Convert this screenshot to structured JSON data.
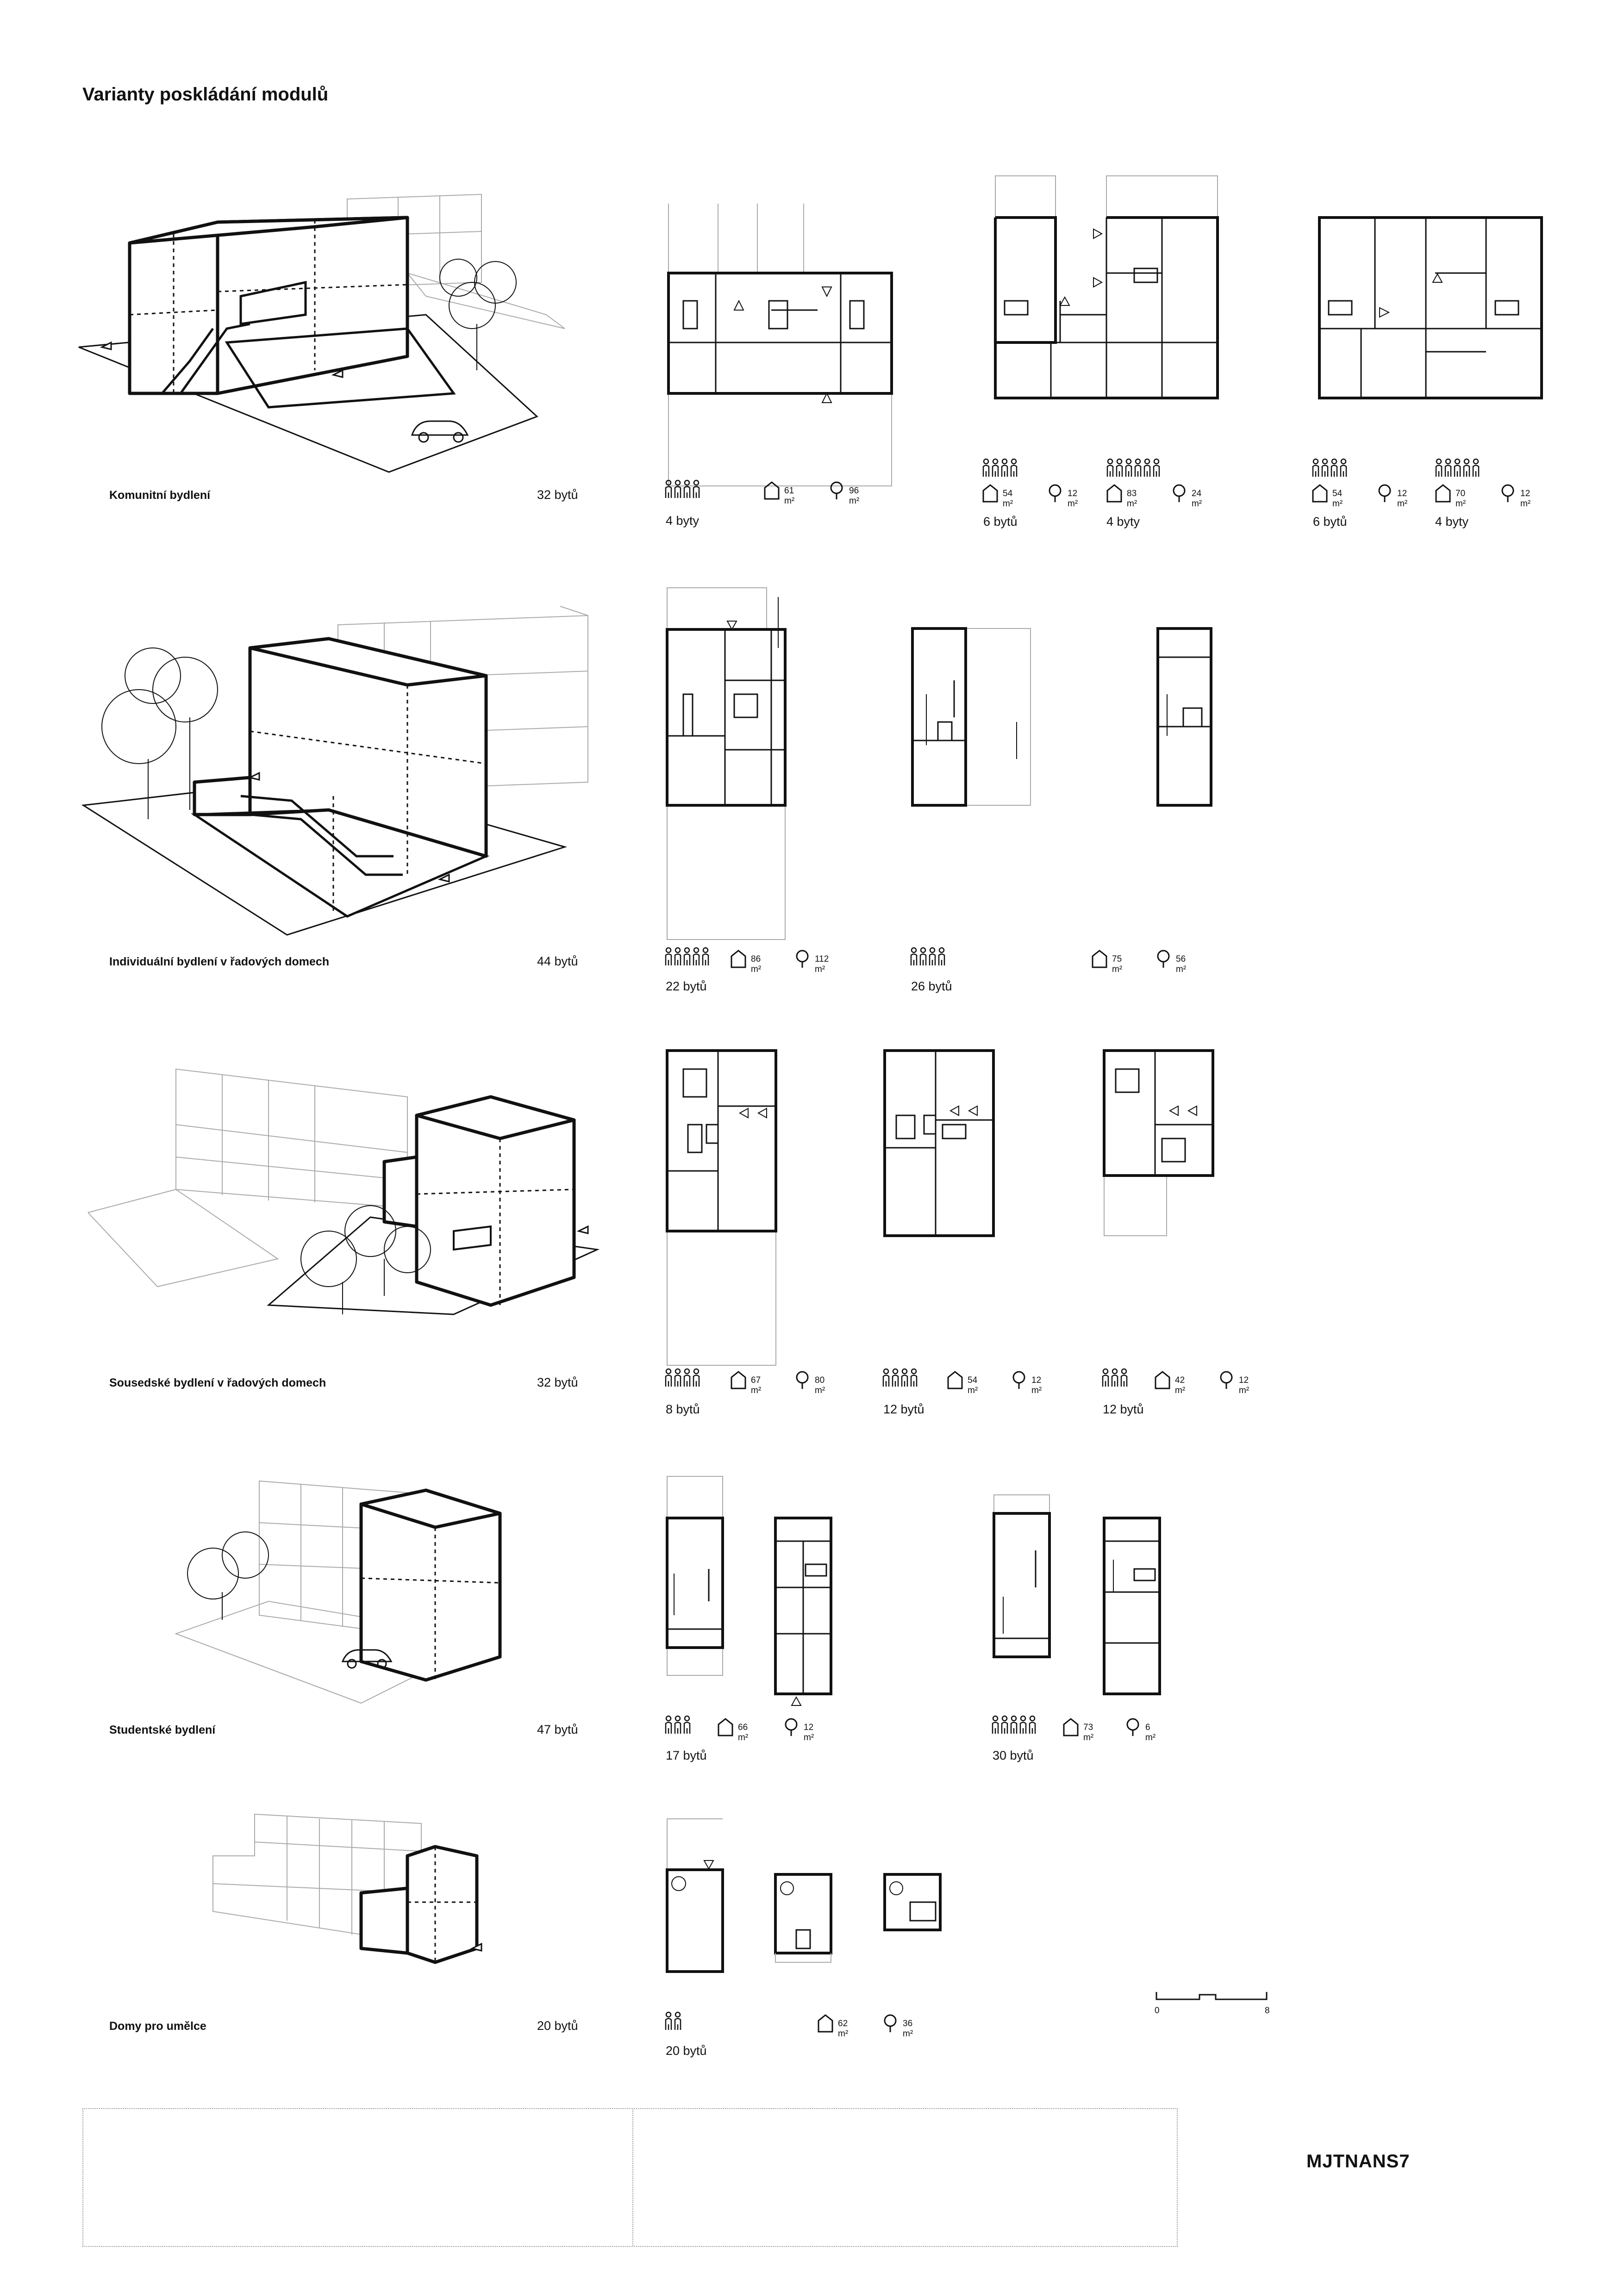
{
  "page": {
    "title": "Varianty poskládání modulů",
    "code": "MJTNANS7"
  },
  "scale": {
    "start": "0",
    "end": "8"
  },
  "rows": [
    {
      "name": "Komunitní bydlení",
      "count": "32 bytů",
      "variants": [
        {
          "units": "4 byty",
          "persons": 4,
          "house_area": "61 m²",
          "garden_area": "96 m²"
        },
        {
          "units": "6 bytů",
          "persons": 4,
          "house_area": "54 m²",
          "garden_area": "12 m²"
        },
        {
          "units": "4 byty",
          "persons": 6,
          "house_area": "83 m²",
          "garden_area": "24 m²"
        },
        {
          "units": "6 bytů",
          "persons": 4,
          "house_area": "54 m²",
          "garden_area": "12 m²"
        },
        {
          "units": "4 byty",
          "persons": 5,
          "house_area": "70 m²",
          "garden_area": "12 m²"
        }
      ]
    },
    {
      "name": "Individuální bydlení v řadových domech",
      "count": "44 bytů",
      "variants": [
        {
          "units": "22 bytů",
          "persons": 5,
          "house_area": "86 m²",
          "garden_area": "112 m²"
        },
        {
          "units": "26 bytů",
          "persons": 4,
          "house_area": "",
          "garden_area": ""
        },
        {
          "units": "",
          "persons": 0,
          "house_area": "75 m²",
          "garden_area": "56 m²"
        }
      ]
    },
    {
      "name": "Sousedské bydlení v řadových domech",
      "count": "32 bytů",
      "variants": [
        {
          "units": "8 bytů",
          "persons": 4,
          "house_area": "67 m²",
          "garden_area": "80 m²"
        },
        {
          "units": "12 bytů",
          "persons": 4,
          "house_area": "54 m²",
          "garden_area": "12 m²"
        },
        {
          "units": "12 bytů",
          "persons": 3,
          "house_area": "42 m²",
          "garden_area": "12 m²"
        }
      ]
    },
    {
      "name": "Studentské bydlení",
      "count": "47 bytů",
      "variants": [
        {
          "units": "17 bytů",
          "persons": 3,
          "house_area": "66 m²",
          "garden_area": "12 m²"
        },
        {
          "units": "30 bytů",
          "persons": 5,
          "house_area": "73 m²",
          "garden_area": "6 m²"
        }
      ]
    },
    {
      "name": "Domy pro umělce",
      "count": "20 bytů",
      "variants": [
        {
          "units": "20 bytů",
          "persons": 2,
          "house_area": "62 m²",
          "garden_area": "36 m²"
        }
      ]
    }
  ]
}
